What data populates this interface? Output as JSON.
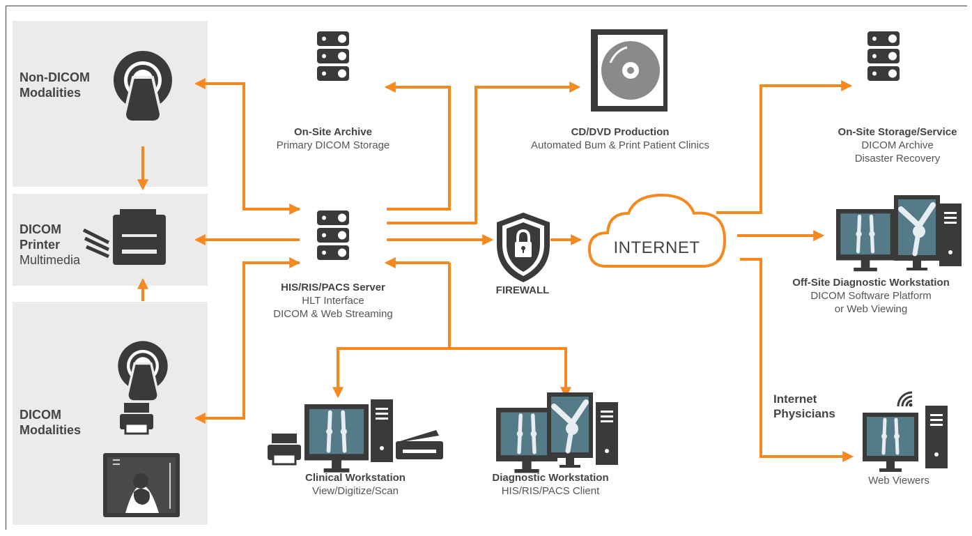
{
  "colors": {
    "accent": "#f5891e",
    "icon": "#3a3a3a",
    "panel": "#ebebeb",
    "screen": "#557a88"
  },
  "modalities": {
    "non_dicom": [
      "Non-DICOM",
      "Modalities"
    ],
    "printer_title": [
      "DICOM",
      "Printer"
    ],
    "printer_sub": "Multimedia",
    "dicom": [
      "DICOM",
      "Modalities"
    ]
  },
  "onsite_archive": {
    "title": "On-Site Archive",
    "sub": "Primary DICOM Storage"
  },
  "cd_dvd": {
    "title": "CD/DVD Production",
    "sub": "Automated Bum & Print Patient Clinics"
  },
  "onsite_storage": {
    "title": "On-Site Storage/Service",
    "lines": [
      "DICOM Archive",
      "Disaster Recovery"
    ]
  },
  "server": {
    "title": "HIS/RIS/PACS Server",
    "lines": [
      "HLT Interface",
      "DICOM & Web Streaming"
    ]
  },
  "firewall": {
    "title": "FIREWALL"
  },
  "internet": {
    "label": "INTERNET"
  },
  "offsite_workstation": {
    "title": "Off-Site Diagnostic Workstation",
    "lines": [
      "DICOM Software Platform",
      "or Web Viewing"
    ]
  },
  "clinical_workstation": {
    "title": "Clinical Workstation",
    "sub": "View/Digitize/Scan"
  },
  "diagnostic_workstation": {
    "title": "Diagnostic Workstation",
    "sub": "HIS/RIS/PACS Client"
  },
  "internet_physicians": [
    "Internet",
    "Physicians"
  ],
  "web_viewers": {
    "sub": "Web Viewers"
  },
  "icons": [
    "mri-scanner-icon",
    "printer-icon",
    "server-icon",
    "cd-icon",
    "shield-lock-icon",
    "cloud-icon",
    "workstation-icon",
    "ultrasound-icon",
    "scanner-icon",
    "wifi-icon"
  ]
}
